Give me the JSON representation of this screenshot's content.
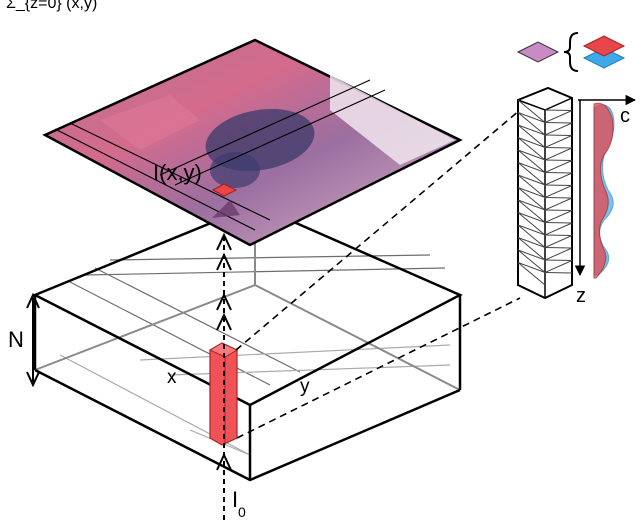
{
  "header": {
    "formula": "Σ_{z=0} (x,y)"
  },
  "labels": {
    "image_intensity": "I(x,y)",
    "axis_x": "x",
    "axis_y": "y",
    "depth_n": "N",
    "input_intensity": "I",
    "input_subscript": "0",
    "axis_c": "c",
    "axis_z": "z"
  },
  "colors": {
    "red": "#e8474a",
    "red_fill": "#f27a7d",
    "blue": "#3ea8e8",
    "lilac": "#c98bc4",
    "stroke": "#000000"
  }
}
